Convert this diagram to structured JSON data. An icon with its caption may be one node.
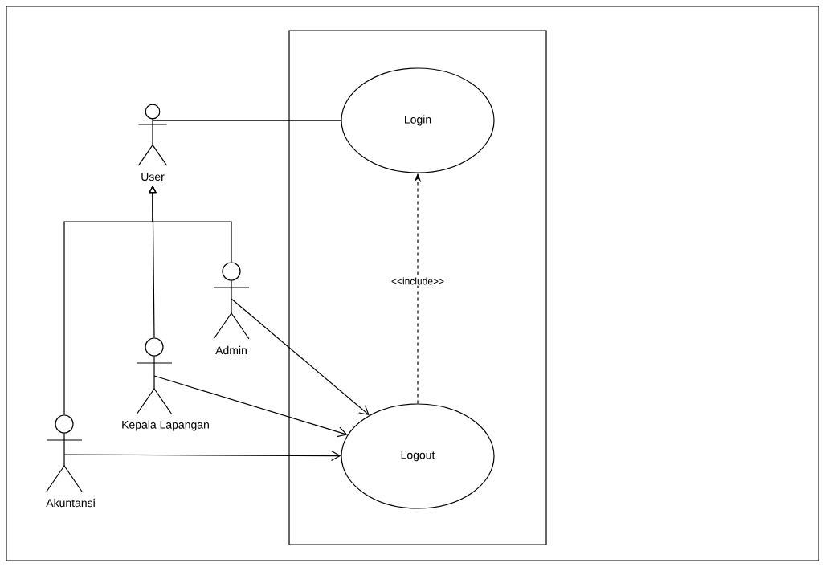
{
  "diagram": {
    "nodes": [
      {
        "text": [
          "User"
        ]
      },
      {
        "text": [],
        "shape": "box"
      },
      {
        "text": [
          "Login"
        ],
        "in": 1
      },
      {
        "text": [
          "Admin"
        ]
      },
      {
        "text": [
          "Kepala Lapangan"
        ]
      },
      {
        "text": [
          "Akuntansi"
        ]
      },
      {
        "text": [
          "Logout"
        ],
        "in": 1
      }
    ],
    "edges": [
      {
        "from": 0,
        "to": 2,
        "arrow": "none"
      },
      {
        "from": 3,
        "to": 0,
        "arrow": "to"
      },
      {
        "from": 4,
        "to": 0,
        "arrow": "to"
      },
      {
        "from": 5,
        "to": 0,
        "arrow": "to"
      },
      {
        "from": 3,
        "to": 6,
        "arrow": "to"
      },
      {
        "from": 4,
        "to": 6,
        "arrow": "to"
      },
      {
        "from": 5,
        "to": 6,
        "arrow": "to"
      },
      {
        "from": 6,
        "to": 2,
        "arrow": "to",
        "style": "dashed",
        "label": "<<include>>"
      }
    ]
  }
}
